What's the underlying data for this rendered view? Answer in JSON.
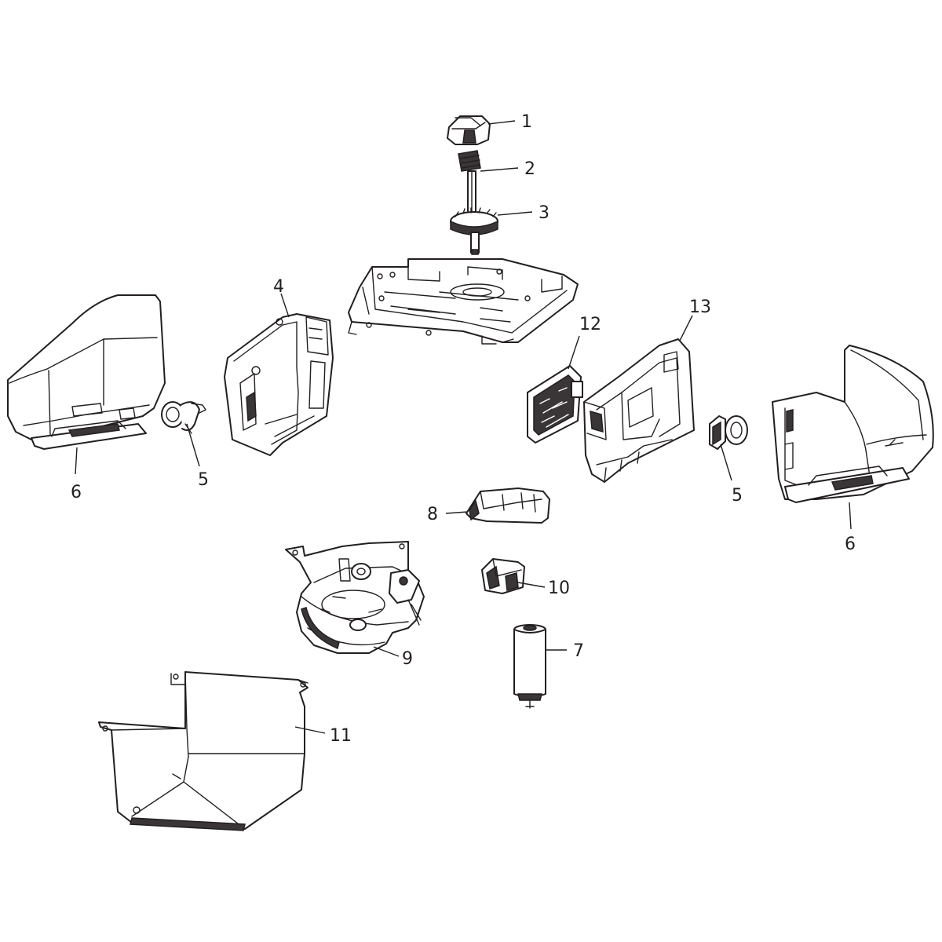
{
  "diagram": {
    "type": "exploded parts view",
    "accent_color": "#231f20",
    "background_color": "#ffffff"
  },
  "callouts": {
    "c1": "1",
    "c2": "2",
    "c3": "3",
    "c4": "4",
    "c5_left": "5",
    "c5_right": "5",
    "c6_left": "6",
    "c6_right": "6",
    "c7": "7",
    "c8": "8",
    "c9": "9",
    "c10": "10",
    "c11": "11",
    "c12": "12",
    "c13": "13"
  }
}
